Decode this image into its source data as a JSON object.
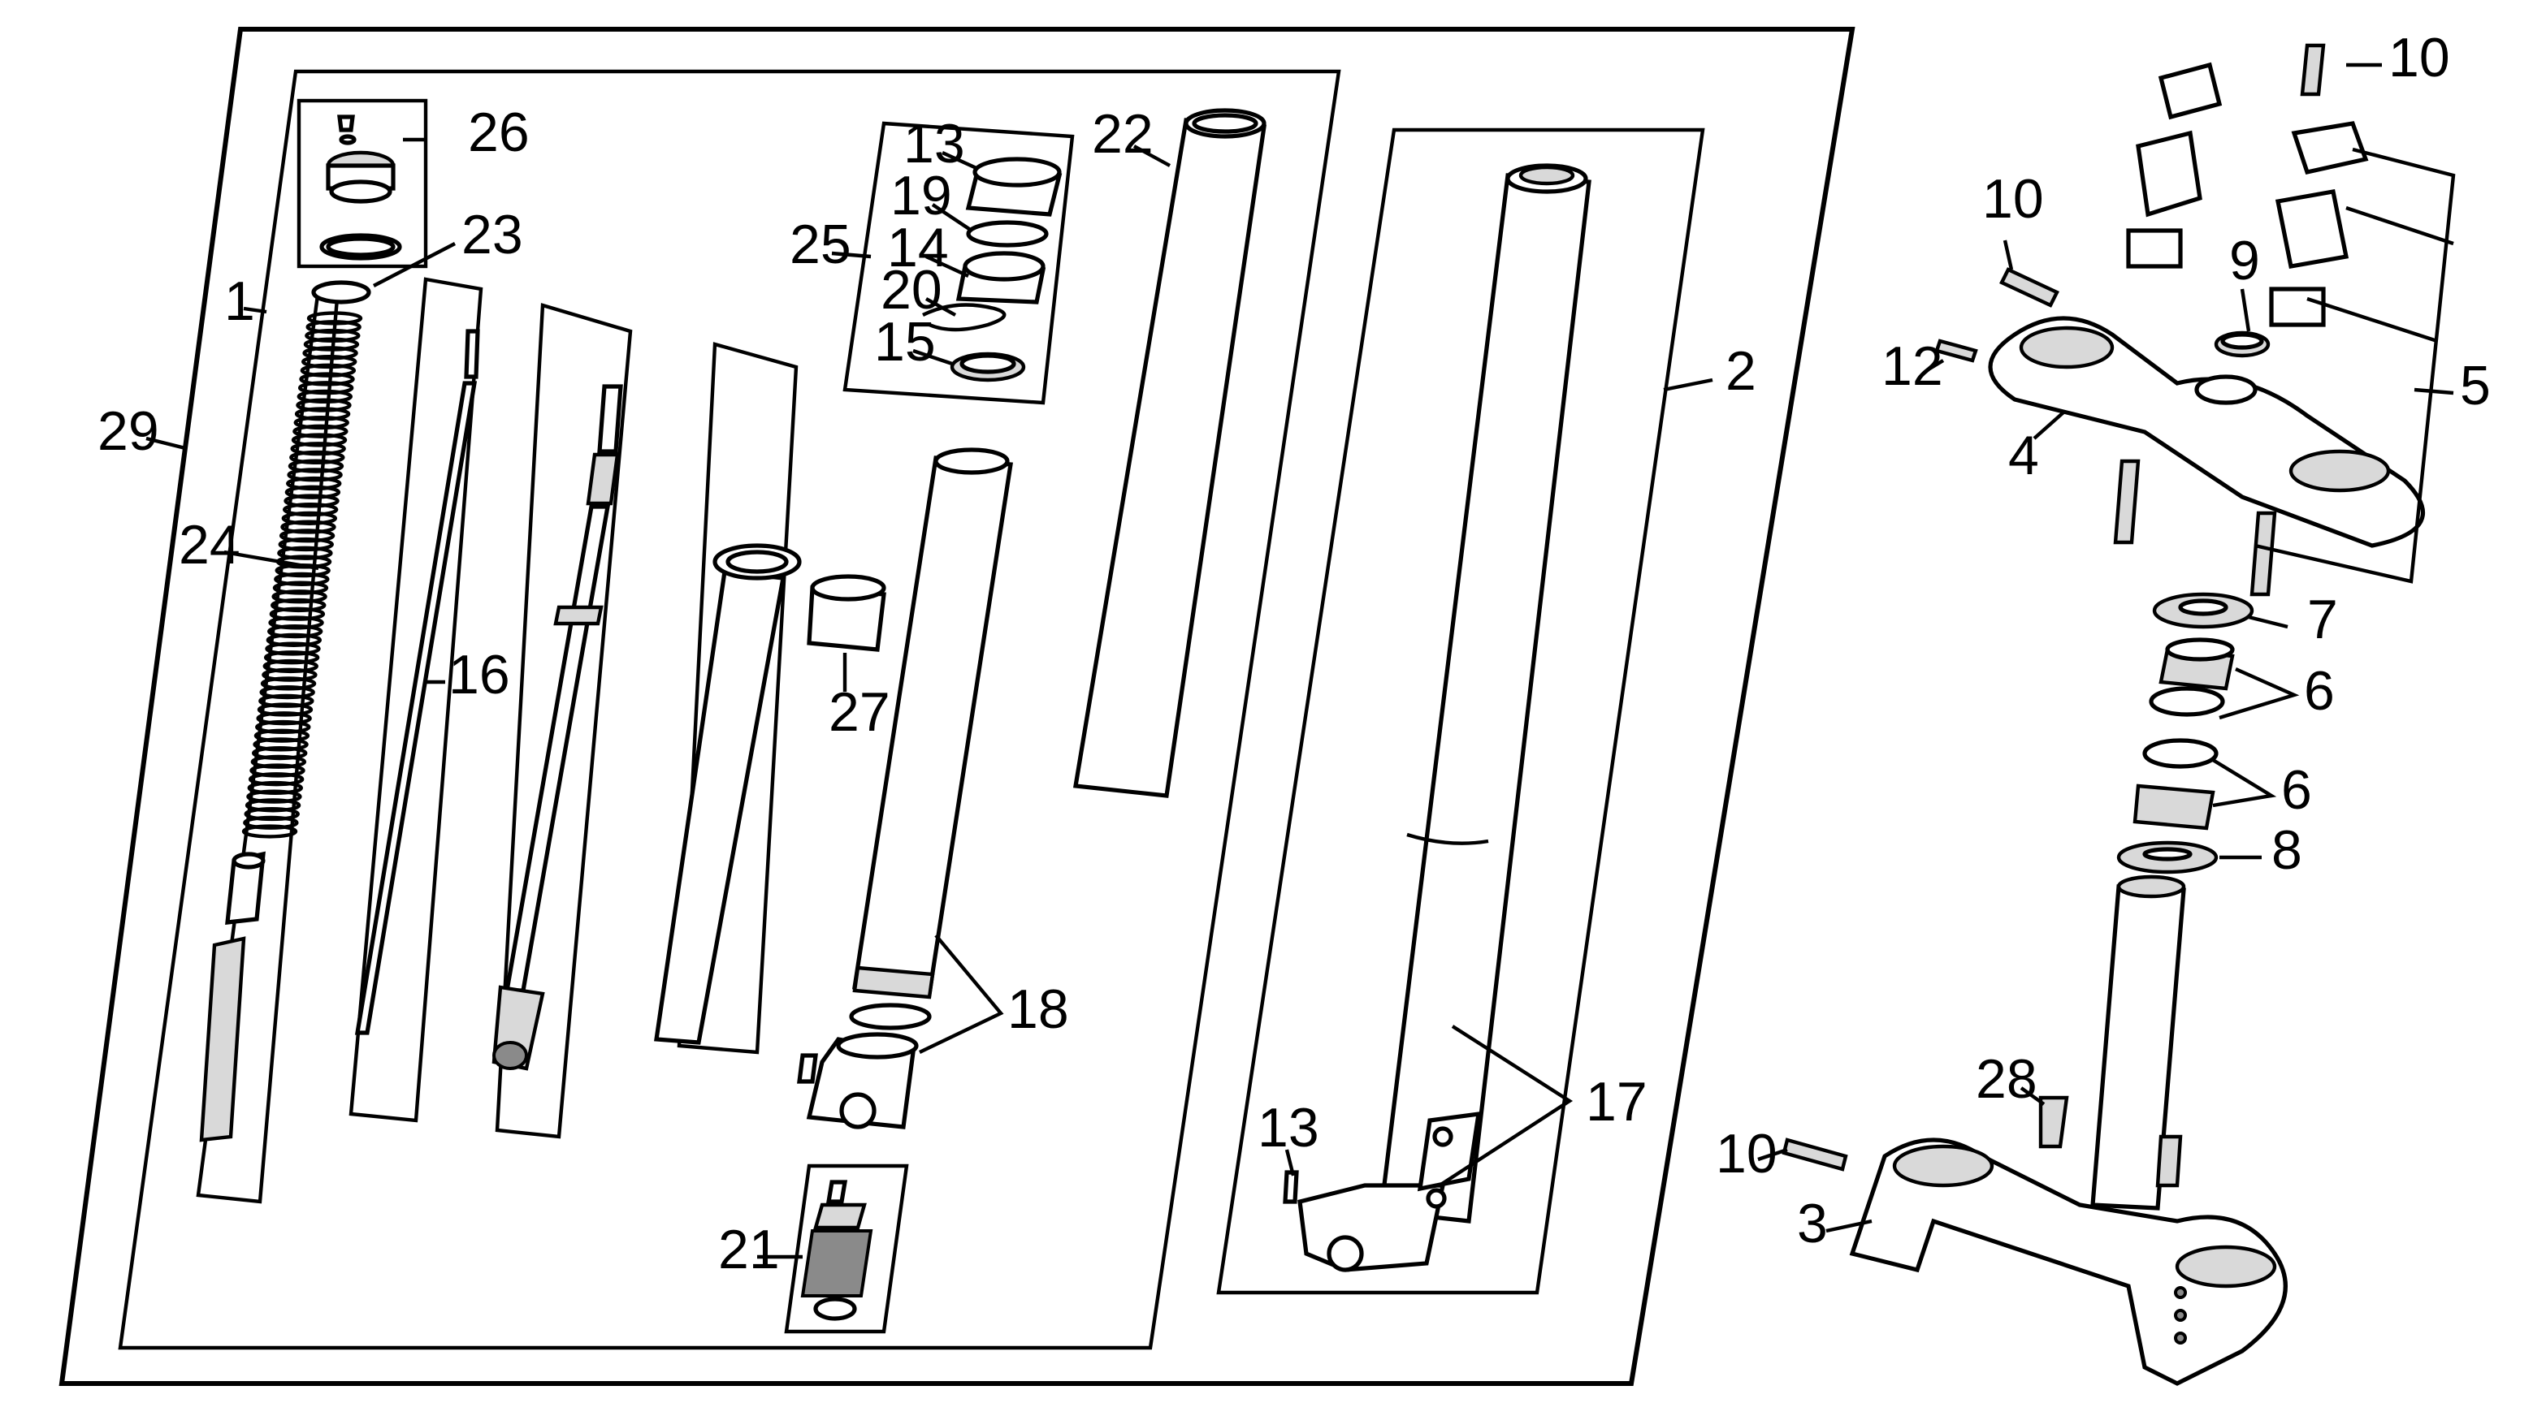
{
  "callouts": {
    "c1": "1",
    "c2": "2",
    "c3": "3",
    "c4": "4",
    "c5": "5",
    "c6a": "6",
    "c6b": "6",
    "c7": "7",
    "c8": "8",
    "c9": "9",
    "c10a": "10",
    "c10b": "10",
    "c10c": "10",
    "c12": "12",
    "c13a": "13",
    "c13b": "13",
    "c14": "14",
    "c15": "15",
    "c16": "16",
    "c17": "17",
    "c18": "18",
    "c19": "19",
    "c20": "20",
    "c21": "21",
    "c22": "22",
    "c23": "23",
    "c24": "24",
    "c25": "25",
    "c26": "26",
    "c27": "27",
    "c28": "28",
    "c29": "29"
  }
}
